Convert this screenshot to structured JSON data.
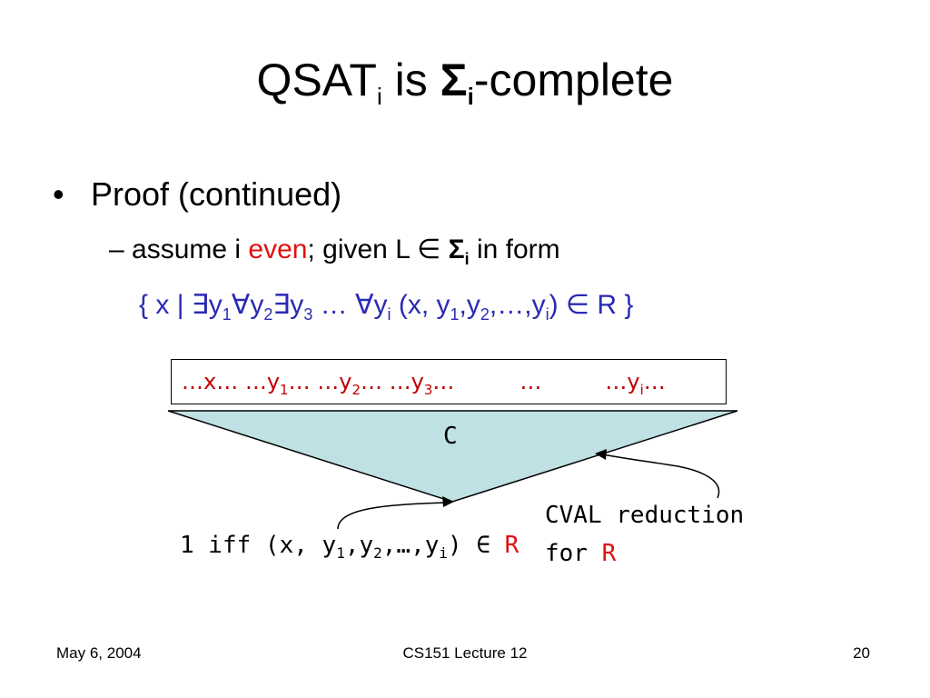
{
  "title": {
    "prefix": "QSAT",
    "prefix_sub": "i",
    "middle": " is ",
    "sigma": "Σ",
    "sigma_sub": "i",
    "suffix": "-complete"
  },
  "bullet1": {
    "dot": "•",
    "text": "Proof (continued)"
  },
  "bullet2": {
    "dash": "–",
    "part1": " assume i ",
    "even": "even",
    "part2": "; given L ",
    "member": "∈",
    "sigma": " Σ",
    "sigma_sub": "i",
    "part3": " in form"
  },
  "setline": {
    "open": "{ x | ∃y",
    "s1": "1",
    "t1": "∀y",
    "s2": "2",
    "t2": "∃y",
    "s3": "3",
    "t3": " … ∀y",
    "si": "i",
    "t4": " (x, y",
    "s5": "1",
    "t5": ",y",
    "s6": "2",
    "t6": ",…,y",
    "s7": "i",
    "t7": ") ∈ R }"
  },
  "vars": {
    "x": "…x…",
    "y1": "…y",
    "y1s": "1",
    "y1e": "…",
    "y2": "…y",
    "y2s": "2",
    "y2e": "…",
    "y3": "…y",
    "y3s": "3",
    "y3e": "…",
    "gap": "…",
    "yi": "…y",
    "yis": "i",
    "yie": "…"
  },
  "circuit_label": "C",
  "output_label": {
    "t1": "1 iff (x, y",
    "s1": "1",
    "t2": ",y",
    "s2": "2",
    "t3": ",…,y",
    "s3": "i",
    "t4": ") ∈ ",
    "r": "R"
  },
  "cval": {
    "line1": "CVAL reduction",
    "line2_prefix": "for ",
    "line2_r": "R"
  },
  "footer": {
    "date": "May 6, 2004",
    "course": "CS151 Lecture 12",
    "page": "20"
  },
  "colors": {
    "set_blue": "#2a2ab4",
    "red": "#e01010",
    "triangle_fill": "#bfe1e3"
  }
}
